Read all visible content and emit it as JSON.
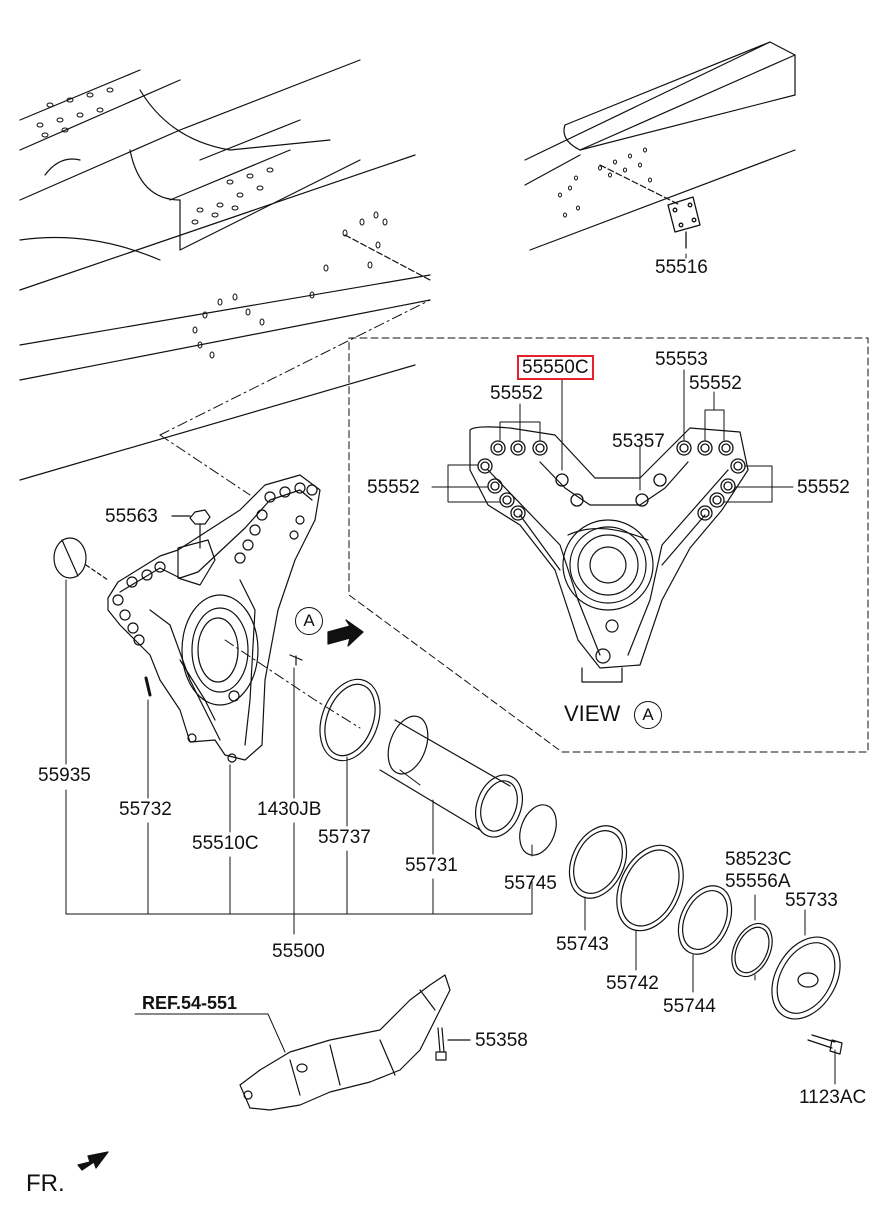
{
  "labels": {
    "p55516": "55516",
    "p55550c": "55550C",
    "p55553": "55553",
    "p55552_a": "55552",
    "p55552_b": "55552",
    "p55357": "55357",
    "p55552_left": "55552",
    "p55552_right": "55552",
    "p55563": "55563",
    "p55935": "55935",
    "p55732": "55732",
    "p1430jb": "1430JB",
    "p55737": "55737",
    "p55510c": "55510C",
    "p55731": "55731",
    "p55745": "55745",
    "p58523c": "58523C",
    "p55556a": "55556A",
    "p55733": "55733",
    "p55743": "55743",
    "p55742": "55742",
    "p55744": "55744",
    "p55500": "55500",
    "ref": "REF.54-551",
    "p55358": "55358",
    "p1123ac": "1123AC",
    "fr": "FR.",
    "view": "VIEW",
    "marker_a": "A",
    "marker_view_a": "A"
  },
  "highlight_color": "#e8202a"
}
